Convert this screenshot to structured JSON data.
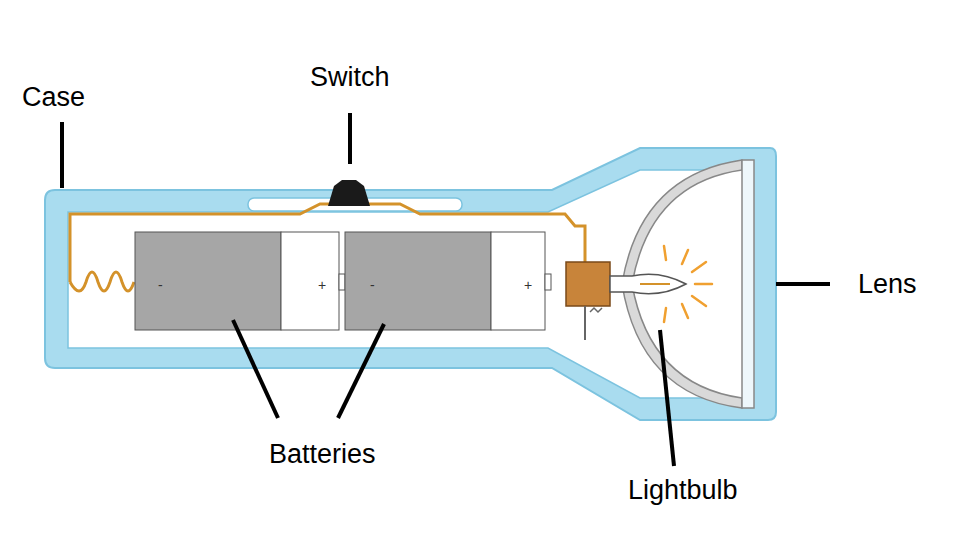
{
  "diagram": {
    "labels": [
      "Switch",
      "Case",
      "Lens",
      "-",
      "+",
      "-",
      "+",
      "Batteries",
      "Lightbulb"
    ]
  }
}
